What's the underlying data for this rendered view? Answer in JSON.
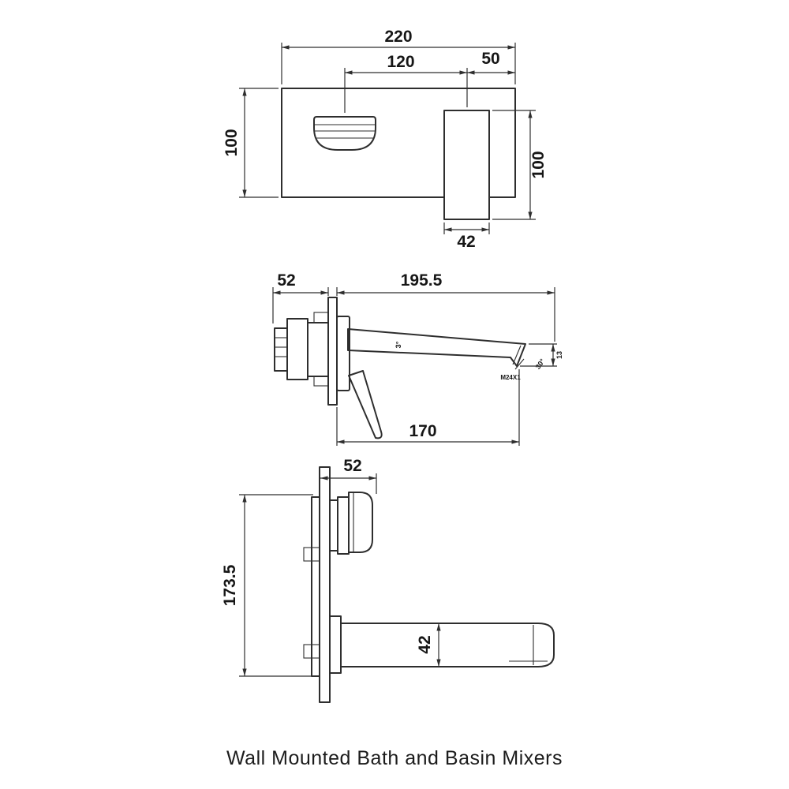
{
  "caption": "Wall Mounted Bath and  Basin Mixers",
  "front_view": {
    "overall_width": "220",
    "handle_to_spout_spacing": "120",
    "spout_to_edge": "50",
    "plate_height": "100",
    "spout_length": "100",
    "spout_width": "42"
  },
  "basin_side_view": {
    "body_depth": "52",
    "spout_reach": "195.5",
    "handle_projection": "170",
    "spout_angle": "3°",
    "outlet_thread": "M24X1",
    "outlet_angle": "30°",
    "outlet_face_height": "13"
  },
  "bath_side_view": {
    "body_depth": "52",
    "overall_height": "173.5",
    "spout_height": "42"
  }
}
